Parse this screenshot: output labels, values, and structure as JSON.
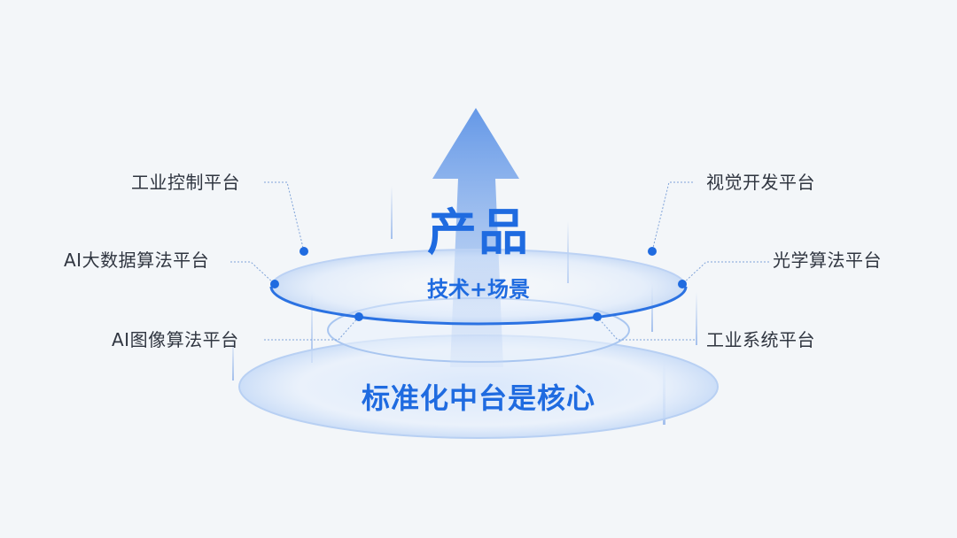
{
  "center": {
    "title": "产品",
    "subtitle": "技术+场景",
    "core": "标准化中台是核心"
  },
  "left_labels": [
    "工业控制平台",
    "AI大数据算法平台",
    "AI图像算法平台"
  ],
  "right_labels": [
    "视觉开发平台",
    "光学算法平台",
    "工业系统平台"
  ],
  "colors": {
    "accent": "#1f6be0",
    "text": "#2f3540",
    "background": "#f3f6f9"
  }
}
